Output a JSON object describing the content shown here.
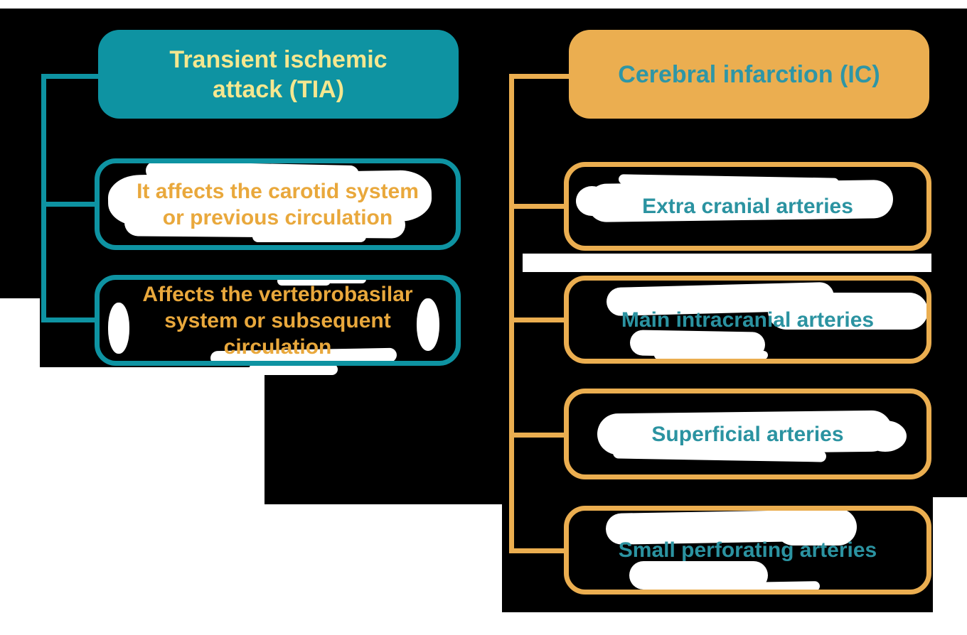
{
  "diagram": {
    "left": {
      "header": "Transient ischemic\nattack (TIA)",
      "children": [
        "It affects the carotid system\nor previous circulation",
        "Affects the vertebrobasilar\nsystem or subsequent\ncirculation"
      ]
    },
    "right": {
      "header": "Cerebral infarction (IC)",
      "children": [
        "Extra cranial arteries",
        "Main intracranial arteries",
        "Superficial arteries",
        "Small perforating arteries"
      ]
    },
    "colors": {
      "background": "#000000",
      "teal": "#0E93A2",
      "orange": "#EBAE50",
      "header_text_left": "#F5E78F",
      "header_text_right": "#2E96A6",
      "child_text_left": "#E9A83C",
      "child_text_right": "#2B93A1",
      "mark": "#FFFFFF"
    }
  }
}
